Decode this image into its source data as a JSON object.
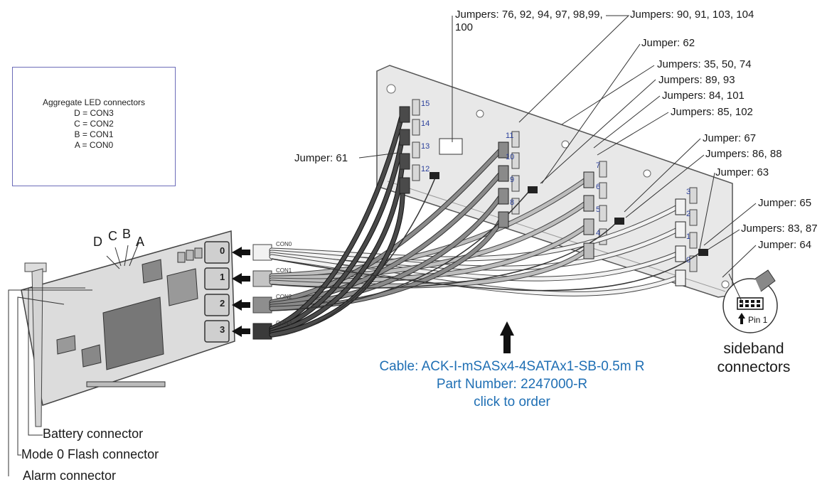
{
  "legend": {
    "title": "Aggregate LED connectors",
    "lines": [
      "D = CON3",
      "C = CON2",
      "B = CON1",
      "A = CON0"
    ]
  },
  "led_letters": [
    "D",
    "C",
    "B",
    "A"
  ],
  "ports": [
    "0",
    "1",
    "2",
    "3"
  ],
  "cable_connectors": [
    "CON0",
    "CON1",
    "CON2",
    "CON3"
  ],
  "slots": [
    "15",
    "14",
    "13",
    "12",
    "11",
    "10",
    "9",
    "8",
    "7",
    "6",
    "5",
    "4",
    "3",
    "2",
    "1",
    "0"
  ],
  "jumper_labels": {
    "j76": "Jumpers: 76, 92, 94, 97, 98,99, 100",
    "j90": "Jumpers: 90, 91, 103, 104",
    "j62": "Jumper: 62",
    "j35": "Jumpers: 35, 50, 74",
    "j89": "Jumpers: 89, 93",
    "j84": "Jumpers: 84, 101",
    "j85": "Jumpers: 85, 102",
    "j67": "Jumper: 67",
    "j86": "Jumpers: 86, 88",
    "j63": "Jumper: 63",
    "j65": "Jumper: 65",
    "j83": "Jumpers: 83, 87",
    "j64": "Jumper: 64",
    "j61": "Jumper: 61"
  },
  "connectors": {
    "battery": "Battery connector",
    "flash": "Mode 0 Flash connector",
    "alarm": "Alarm connector"
  },
  "cable": {
    "name": "Cable: ACK-I-mSASx4-4SATAx1-SB-0.5m R",
    "part": "Part Number: 2247000-R",
    "order": "click to order"
  },
  "sideband": {
    "line1": "sideband",
    "line2": "connectors"
  },
  "pin_label": "Pin 1"
}
